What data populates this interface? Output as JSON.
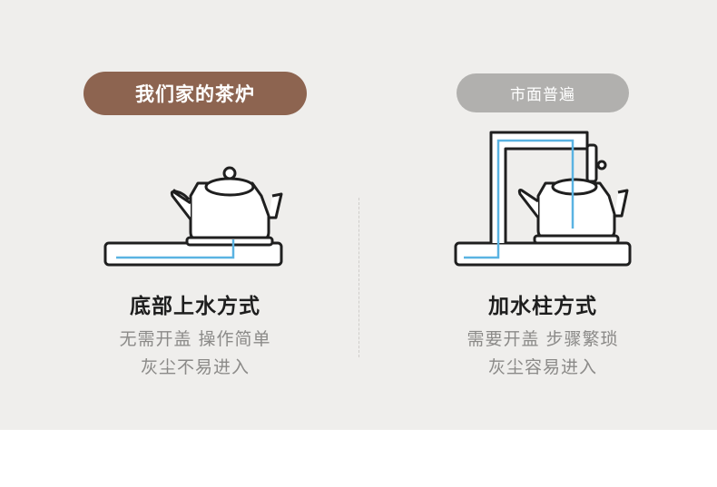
{
  "left": {
    "badge": "我们家的茶炉",
    "title": "底部上水方式",
    "line1": "无需开盖 操作简单",
    "line2": "灰尘不易进入"
  },
  "right": {
    "badge": "市面普遍",
    "title": "加水柱方式",
    "line1": "需要开盖 步骤繁琐",
    "line2": "灰尘容易进入"
  },
  "colors": {
    "brand_brown": "#8d6450",
    "grey_badge": "#b1b0ae",
    "water_line": "#5ab3e2",
    "outline": "#1f1f1f"
  }
}
